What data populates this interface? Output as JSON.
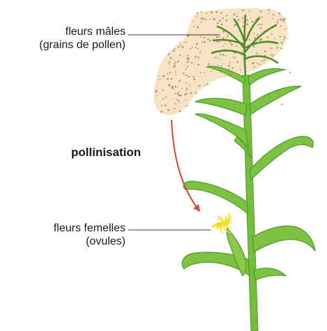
{
  "labels": {
    "male_line1": "fleurs mâles",
    "male_line2": "(grains de pollen)",
    "pollination": "pollinisation",
    "female_line1": "fleurs femelles",
    "female_line2": "(ovules)"
  },
  "colors": {
    "pollen_cloud": "#f6e3c4",
    "pollen_dots": "#b38766",
    "leaf": "#7ec242",
    "leaf_dark": "#4d9a2a",
    "stem": "#76bd3d",
    "tassel": "#4f8c2c",
    "silk": "#f3dd1e",
    "arrow": "#d9472b",
    "leader_line": "#333333"
  }
}
